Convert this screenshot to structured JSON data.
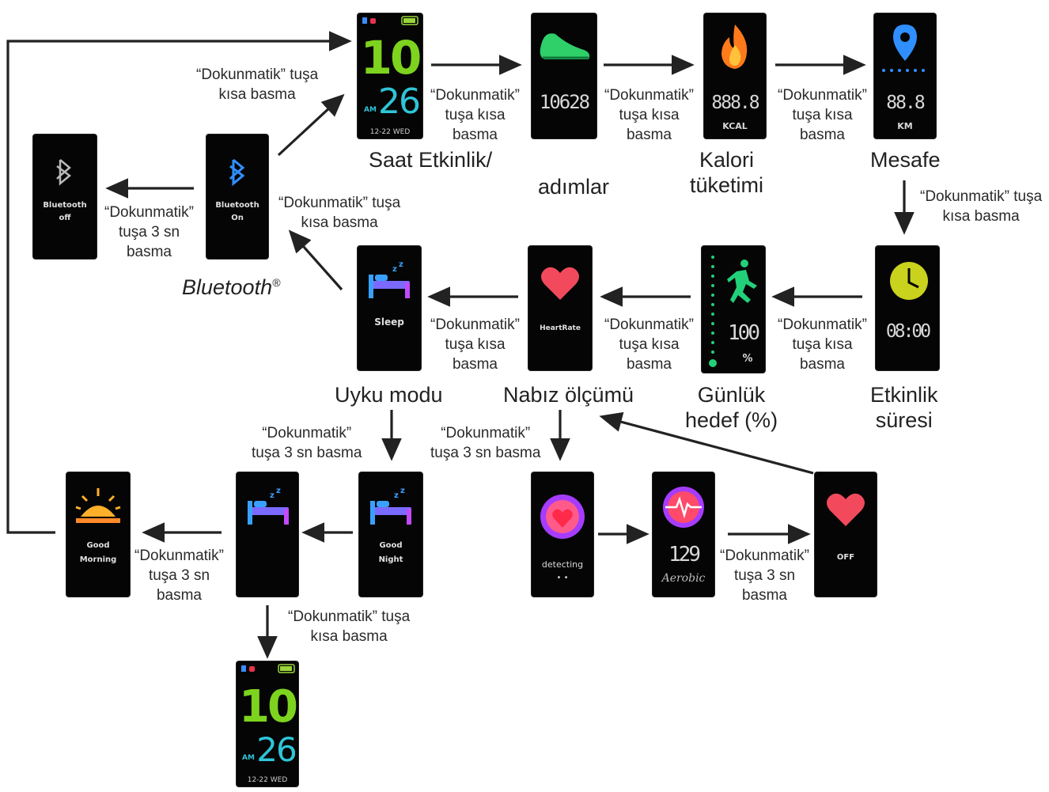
{
  "short_press": [
    "“Dokunmatik”",
    "tuşa kısa",
    "basma"
  ],
  "press_3s": [
    "“Dokunmatik”",
    "tuşa 3 sn",
    "basma"
  ],
  "cap_short_tl": [
    "“Dokunmatik” tuşa",
    "kısa basma"
  ],
  "cap_short_r": [
    "“Dokunmatik” tuşa",
    "kısa basma"
  ],
  "cap_short_bt": [
    "“Dokunmatik”  tuşa",
    "kısa basma"
  ],
  "cap_short_bottom": [
    "“Dokunmatik” tuşa",
    "kısa basma"
  ],
  "cap_3s_inline": [
    "“Dokunmatik”",
    "tuşa 3 sn basma"
  ],
  "labels": {
    "clock": "Saat Etkinlik/",
    "steps": "adımlar",
    "calorie": [
      "Kalori",
      "tüketimi"
    ],
    "distance": "Mesafe",
    "bluetooth": "Bluetooth",
    "bluetooth_mark": "®",
    "sleep": "Uyku modu",
    "heart": "Nabız ölçümü",
    "goal": [
      "Günlük",
      "hedef (%)"
    ],
    "activity": [
      "Etkinlik",
      "süresi"
    ]
  },
  "screens": {
    "clock": {
      "hour": "10",
      "minute": "26",
      "ampm": "AM",
      "date": "12-22  WED"
    },
    "steps": {
      "value": "10628"
    },
    "calorie": {
      "value": "888.8",
      "unit": "KCAL"
    },
    "distance": {
      "value": "88.8",
      "unit": "KM"
    },
    "bt_off": {
      "text": [
        "Bluetooth",
        "off"
      ]
    },
    "bt_on": {
      "text": [
        "Bluetooth",
        "On"
      ]
    },
    "sleep": {
      "text": "Sleep"
    },
    "heartrate": {
      "text": "HeartRate"
    },
    "goal": {
      "value": "100",
      "unit": "%"
    },
    "activity": {
      "value": "08:00"
    },
    "good_morning": {
      "text": [
        "Good",
        "Morning"
      ]
    },
    "good_night": {
      "text": [
        "Good",
        "Night"
      ]
    },
    "detecting": {
      "text": "detecting",
      "dots": "• •"
    },
    "aerobic": {
      "value": "129",
      "text": "Aerobic"
    },
    "hr_off": {
      "text": "OFF"
    }
  },
  "colors": {
    "clock_green": "#7dd31e",
    "clock_cyan": "#2ec5d8",
    "steps_green": "#2fcf6a",
    "flame": "#ff7a1a",
    "heart": "#f24a5c",
    "bt_blue": "#2f8fff",
    "clock_yellow": "#c9d21c"
  }
}
